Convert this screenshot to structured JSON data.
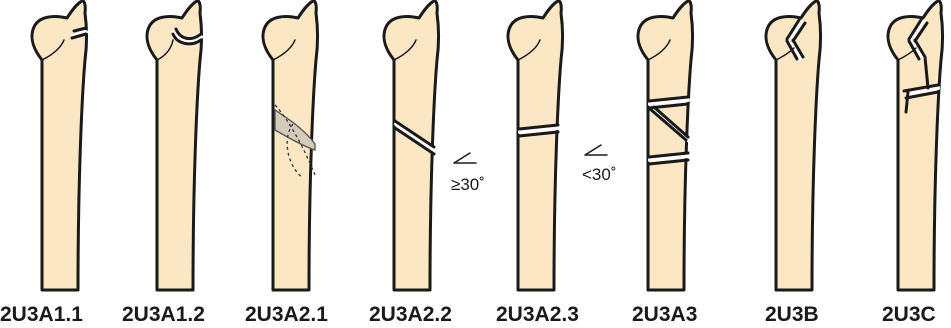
{
  "figure": {
    "bone_fill": "#fbe7c3",
    "outline_color": "#1a1a1a",
    "panels": [
      {
        "label": "2U3A1.1"
      },
      {
        "label": "2U3A1.2"
      },
      {
        "label": "2U3A2.1"
      },
      {
        "label": "2U3A2.2",
        "angle_note": "≥30˚"
      },
      {
        "label": "2U3A2.3",
        "angle_note": "<30˚"
      },
      {
        "label": "2U3A3"
      },
      {
        "label": "2U3B"
      },
      {
        "label": "2U3C"
      }
    ]
  }
}
